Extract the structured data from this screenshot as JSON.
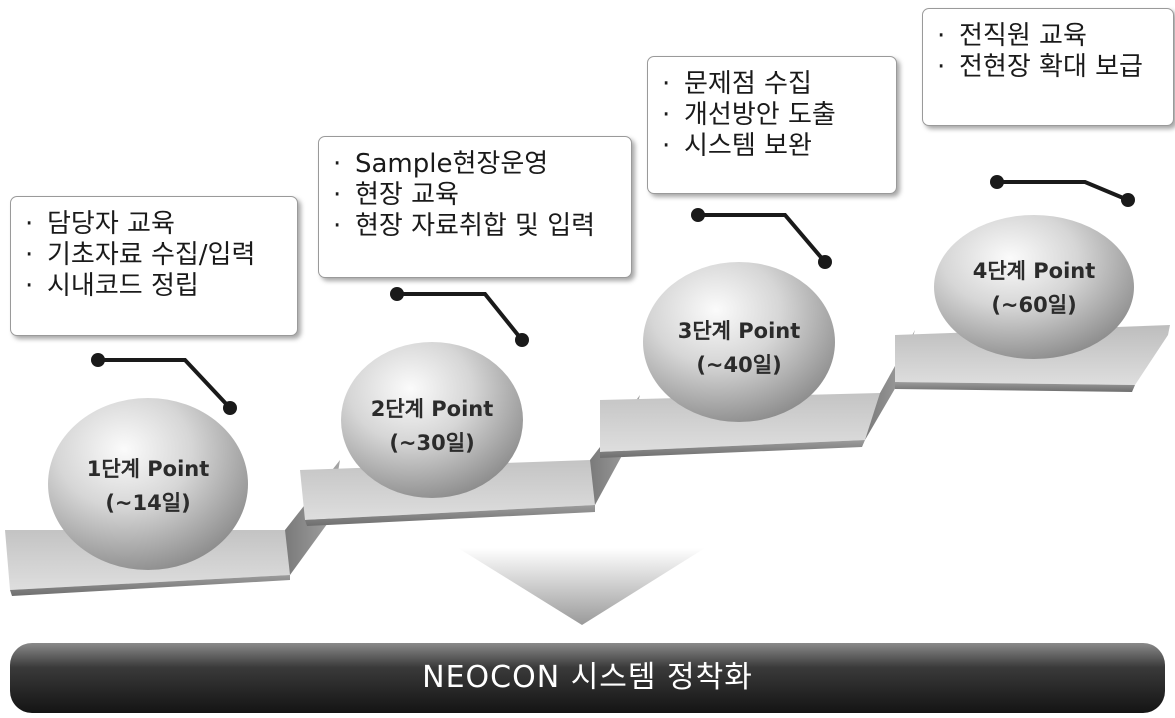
{
  "stages": [
    {
      "name": "1단계  Point",
      "days": "(~14일)",
      "notes": [
        "담당자 교육",
        "기초자료 수집/입력",
        "시내코드 정립"
      ]
    },
    {
      "name": "2단계  Point",
      "days": "(~30일)",
      "notes": [
        "Sample현장운영",
        "현장 교육",
        "현장 자료취합 및 입력"
      ]
    },
    {
      "name": "3단계  Point",
      "days": "(~40일)",
      "notes": [
        "문제점 수집",
        "개선방안 도출",
        "시스템 보완"
      ]
    },
    {
      "name": "4단계  Point",
      "days": "(~60일)",
      "notes": [
        "전직원 교육",
        "전현장 확대 보급"
      ]
    }
  ],
  "bullet": "·",
  "banner": {
    "text": "NEOCON 시스템 정착화"
  },
  "colors": {
    "step_top": "#cfcfcf",
    "step_front": "#8e8e8e",
    "ball_light": "#f4f4f4",
    "ball_dark": "#8f8f8f",
    "banner_dark": "#2e2e2e",
    "connector": "#1a1a1a"
  }
}
